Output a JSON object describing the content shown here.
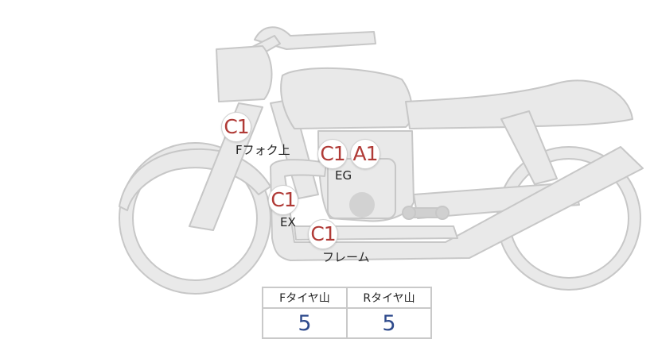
{
  "badges": [
    {
      "id": "fork",
      "code": "C1",
      "label": "Fフォク上"
    },
    {
      "id": "eg-c",
      "code": "C1",
      "label": ""
    },
    {
      "id": "eg-a",
      "code": "A1",
      "label": "EG"
    },
    {
      "id": "ex",
      "code": "C1",
      "label": "EX"
    },
    {
      "id": "frame",
      "code": "C1",
      "label": "フレーム"
    }
  ],
  "tire_table": {
    "headers": [
      "Fタイヤ山",
      "Rタイヤ山"
    ],
    "values": [
      "5",
      "5"
    ]
  },
  "colors": {
    "bike_fill": "#e9e9e9",
    "bike_stroke": "#c7c7c7",
    "badge_text": "#b03a36",
    "value_text": "#2e4a8c"
  }
}
